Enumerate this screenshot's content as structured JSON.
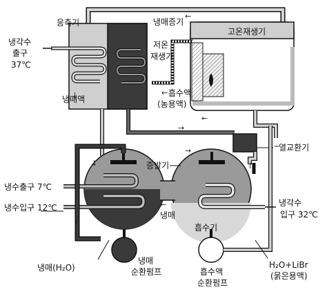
{
  "labels": {
    "condenser": "응축기",
    "refrigerant_vapor": "냉매증기",
    "high_temp_generator": "고온재생기",
    "cooling_out_1": "냉각수",
    "cooling_out_2": "출구",
    "cooling_out_temp": "37℃",
    "low_temp_gen_1": "저온",
    "low_temp_gen_2": "재생기",
    "refrigerant_liquid": "냉매액",
    "absorbent_1": "흡수액",
    "absorbent_2": "(농용액)",
    "heat_exchanger": "열교환기",
    "evaporator": "증발기",
    "chilled_out": "냉수출구  7℃",
    "chilled_in": "냉수입구 12℃",
    "refrigerant_mid": "냉매",
    "absorber": "흡수기",
    "cooling_in_1": "냉각수",
    "cooling_in_2": "입구  32℃",
    "refrigerant_h2o": "냉매(H₂O)",
    "ref_pump_1": "냉매",
    "ref_pump_2": "순환펌프",
    "abs_pump_1": "흡수액",
    "abs_pump_2": "순환펌프",
    "solution_1": "H₂O+LiBr",
    "solution_2": "(묽은용액)"
  },
  "colors": {
    "dark": "#2b2b2b",
    "mid": "#8a8a8a",
    "light": "#c8c8c8",
    "pipe_light": "#bdbdbd",
    "outline": "#111111"
  }
}
